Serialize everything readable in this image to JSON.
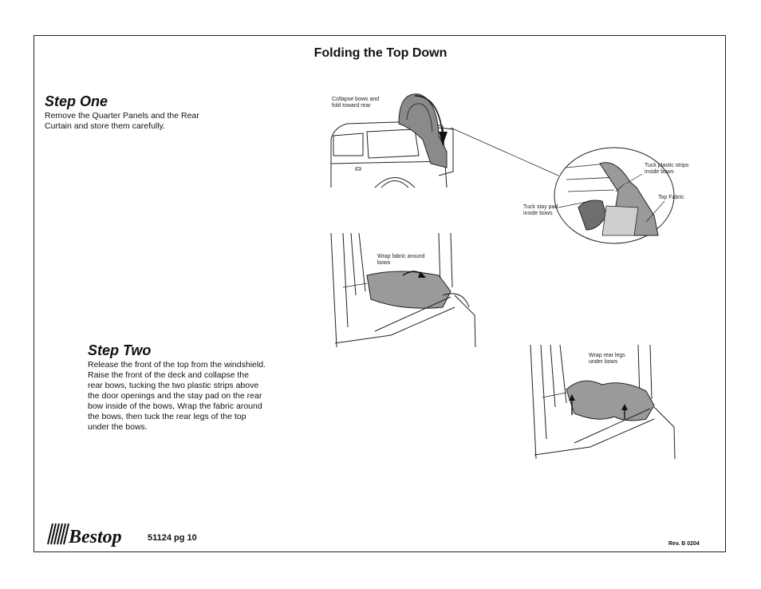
{
  "page_title": "Folding the Top Down",
  "step_one": {
    "heading": "Step One",
    "line1": "Remove the Quarter Panels and the Rear",
    "line2": "Curtain and store them carefully."
  },
  "step_two": {
    "heading": "Step Two",
    "lines": [
      "Release the front of the top from the windshield.",
      "Raise the front of the deck and collapse the",
      "rear bows, tucking the two plastic strips above",
      "the door openings and the stay pad on the rear",
      "bow inside of the bows, Wrap the fabric around",
      "the bows, then tuck the rear legs of the top",
      "under the bows."
    ]
  },
  "callouts": {
    "collapse_1": "Collapse bows and",
    "collapse_2": "fold toward rear",
    "tuck_strips_1": "Tuck plastic strips",
    "tuck_strips_2": "inside bows",
    "top_fabric": "Top Fabric",
    "tuck_pad_1": "Tuck stay pad",
    "tuck_pad_2": "inside bows",
    "wrap_fabric_1": "Wrap fabric around",
    "wrap_fabric_2": "bows",
    "wrap_legs_1": "Wrap rear legs",
    "wrap_legs_2": "under bows"
  },
  "footer": {
    "logo_text": "Bestop",
    "page_ref": "51124  pg 10",
    "revision": "Rev.  B 0204"
  }
}
